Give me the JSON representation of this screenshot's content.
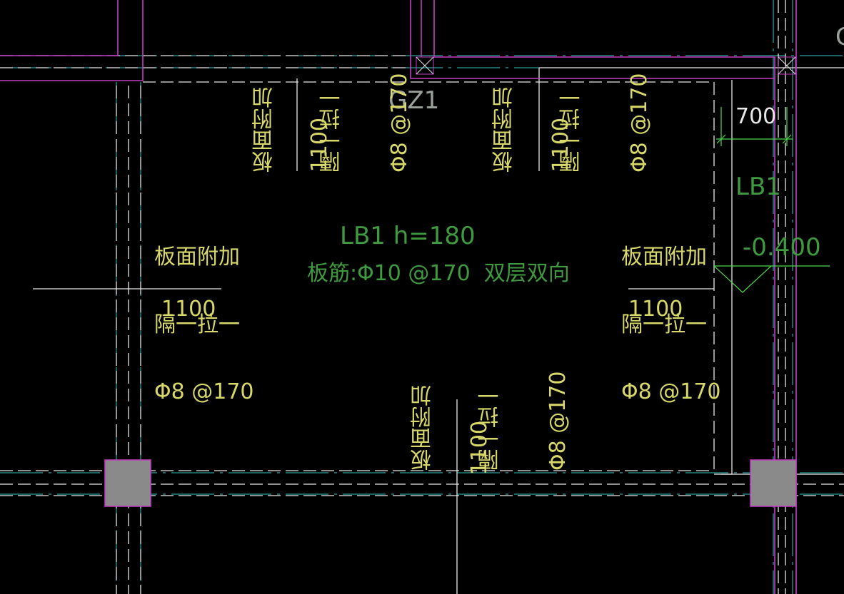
{
  "colors": {
    "background": "#000000",
    "wall_magenta": "#c23cc2",
    "axis_cyan": "#38c8c8",
    "white_line": "#e8e8e8",
    "text_yellow": "#d8d86a",
    "text_green": "#3f9a3f",
    "dim_green": "#4bd84b",
    "column_fill": "#8a8a8a"
  },
  "labels": {
    "gz1": "GZ1",
    "slab_name": "LB1 h=180",
    "slab_rebar": "板筋:Φ10 @170  双层双向",
    "dim_700": "700",
    "lb1_small": "LB1",
    "elevation": "-0.400",
    "edge_letter": "C"
  },
  "rebar_notes": {
    "top_left": {
      "line1": "板面附加",
      "line2": "隔一拉一",
      "line3": "Φ8 @170",
      "length": "1100"
    },
    "top_right": {
      "line1": "板面附加",
      "line2": "隔一拉一",
      "line3": "Φ8 @170",
      "length": "1100"
    },
    "left": {
      "line1": "板面附加",
      "line2": "隔一拉一",
      "line3": "Φ8 @170",
      "length": "1100"
    },
    "right": {
      "line1": "板面附加",
      "line2": "隔一拉一",
      "line3": "Φ8 @170",
      "length": "1100"
    },
    "bottom": {
      "line1": "板面附加",
      "line2": "隔一拉一",
      "line3": "Φ8 @170",
      "length": "1100"
    }
  }
}
